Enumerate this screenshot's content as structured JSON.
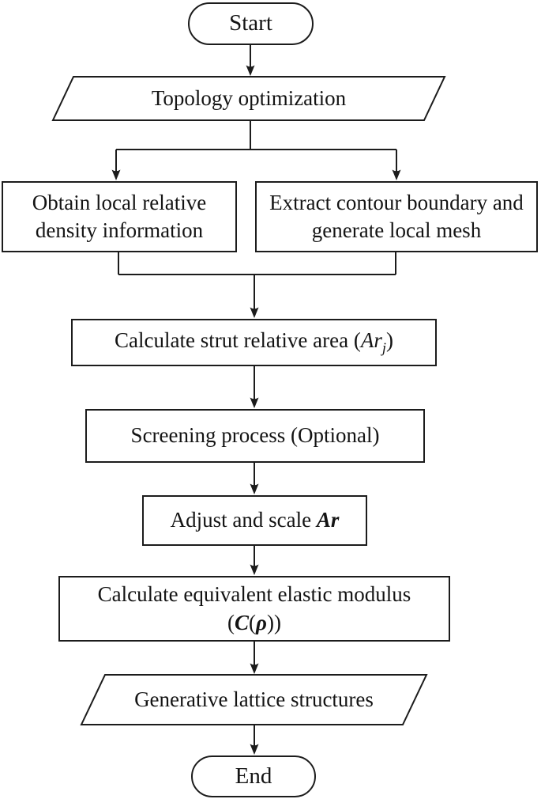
{
  "colors": {
    "stroke": "#1c1c1c",
    "fill": "#ffffff",
    "text": "#141414"
  },
  "nodes": {
    "start": {
      "shape": "stadium",
      "label": "Start"
    },
    "topology": {
      "shape": "parallelogram",
      "label": "Topology optimization"
    },
    "obtain_density": {
      "shape": "rect",
      "label": "Obtain local relative density information"
    },
    "extract_contour": {
      "shape": "rect",
      "label": "Extract contour boundary and generate local mesh"
    },
    "calc_area": {
      "shape": "rect",
      "prefix": "Calculate strut relative area (",
      "var": "Ar",
      "subscript": "j",
      "suffix": ")"
    },
    "screening": {
      "shape": "rect",
      "label": "Screening process (Optional)"
    },
    "adjust": {
      "shape": "rect",
      "prefix": "Adjust and scale ",
      "var": "Ar"
    },
    "modulus": {
      "shape": "rect",
      "line1": "Calculate equivalent elastic modulus",
      "open_paren": "(",
      "var": "C",
      "inner_open": "(",
      "rho": "ρ",
      "close_parens": "))"
    },
    "generative": {
      "shape": "parallelogram",
      "label": "Generative lattice structures"
    },
    "end": {
      "shape": "stadium",
      "label": "End"
    }
  },
  "edges": [
    {
      "from": "start",
      "to": "topology"
    },
    {
      "from": "topology",
      "to": "obtain_density"
    },
    {
      "from": "topology",
      "to": "extract_contour"
    },
    {
      "from": "obtain_density",
      "to": "calc_area"
    },
    {
      "from": "extract_contour",
      "to": "calc_area"
    },
    {
      "from": "calc_area",
      "to": "screening"
    },
    {
      "from": "screening",
      "to": "adjust"
    },
    {
      "from": "adjust",
      "to": "modulus"
    },
    {
      "from": "modulus",
      "to": "generative"
    },
    {
      "from": "generative",
      "to": "end"
    }
  ]
}
